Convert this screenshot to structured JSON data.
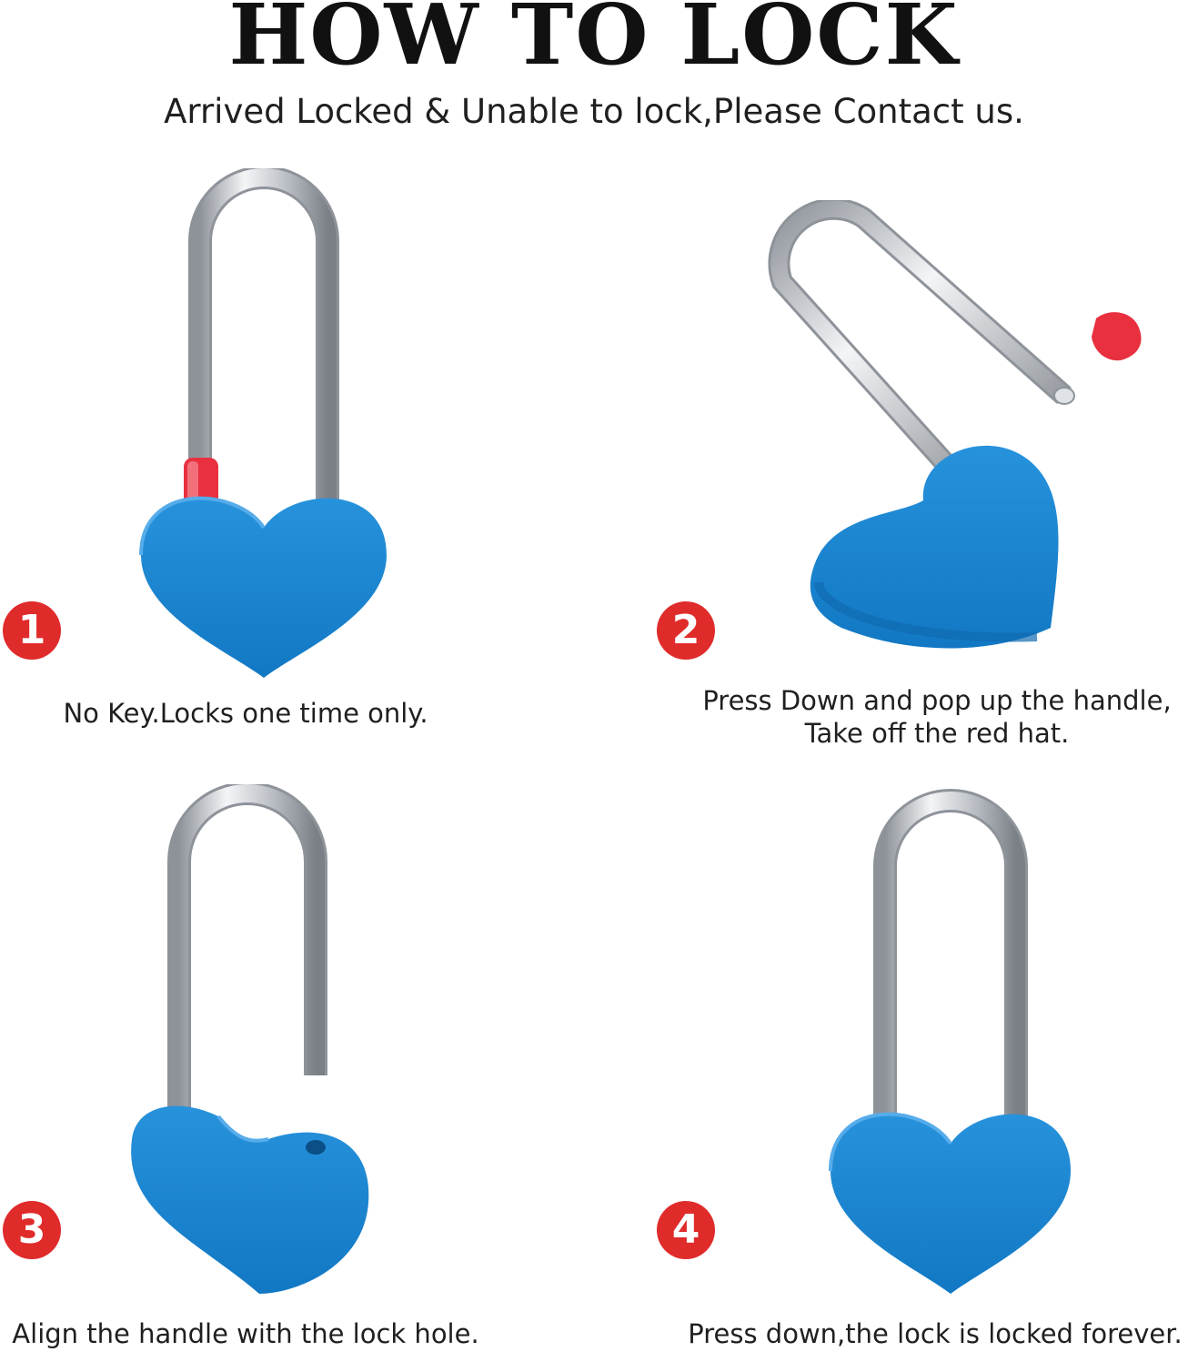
{
  "header": {
    "title": "HOW TO LOCK",
    "subtitle": "Arrived Locked & Unable to lock,Please Contact us."
  },
  "steps": [
    {
      "number": "1",
      "caption": "No Key.Locks one time only."
    },
    {
      "number": "2",
      "caption_line1": "Press Down and pop up the handle,",
      "caption_line2": "Take off the red hat."
    },
    {
      "number": "3",
      "caption": "Align the handle with the lock hole."
    },
    {
      "number": "4",
      "caption": "Press down,the lock is locked forever."
    }
  ],
  "colors": {
    "heart_blue": "#1a86d1",
    "heart_shadow": "#0f6bb0",
    "badge_red": "#e02b2b",
    "cap_red": "#e8303f",
    "shackle_silver": "#c9ccd1"
  }
}
